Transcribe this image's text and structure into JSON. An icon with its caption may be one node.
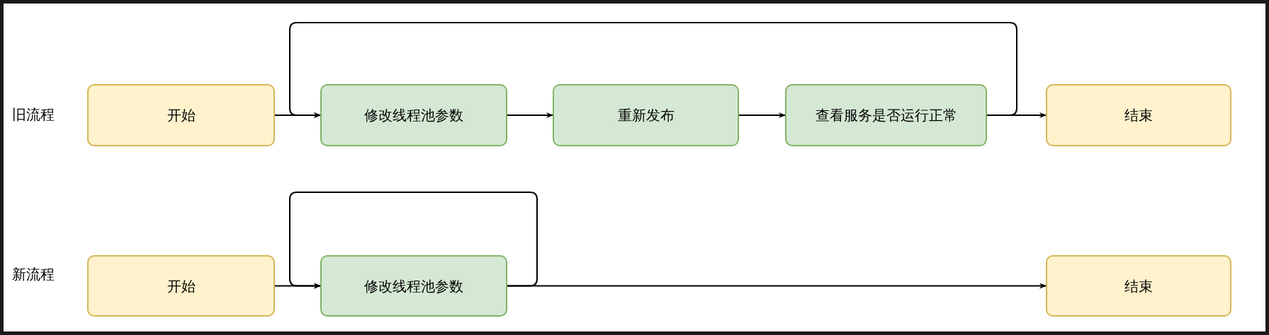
{
  "diagram": {
    "nodes": [
      {
        "text": [
          "开始"
        ]
      },
      {
        "text": [
          "修改线程池参数"
        ]
      },
      {
        "text": [
          "重新发布"
        ]
      },
      {
        "text": [
          "查看服务是否运行正常"
        ]
      },
      {
        "text": [
          "结束"
        ]
      },
      {
        "text": [
          "开始"
        ]
      },
      {
        "text": [
          "修改线程池参数"
        ]
      },
      {
        "text": [
          "结束"
        ]
      }
    ],
    "edges": [
      {
        "from": 0,
        "to": 1,
        "arrow": "to"
      },
      {
        "from": 1,
        "to": 2,
        "arrow": "to"
      },
      {
        "from": 2,
        "to": 3,
        "arrow": "to"
      },
      {
        "from": 3,
        "to": 4,
        "arrow": "to"
      },
      {
        "from": 3,
        "to": 1,
        "arrow": "to"
      },
      {
        "from": 5,
        "to": 6,
        "arrow": "to"
      },
      {
        "from": 6,
        "to": 6,
        "arrow": "to"
      },
      {
        "from": 6,
        "to": 7,
        "arrow": "to"
      }
    ],
    "labels": [
      "旧流程",
      "新流程"
    ]
  }
}
